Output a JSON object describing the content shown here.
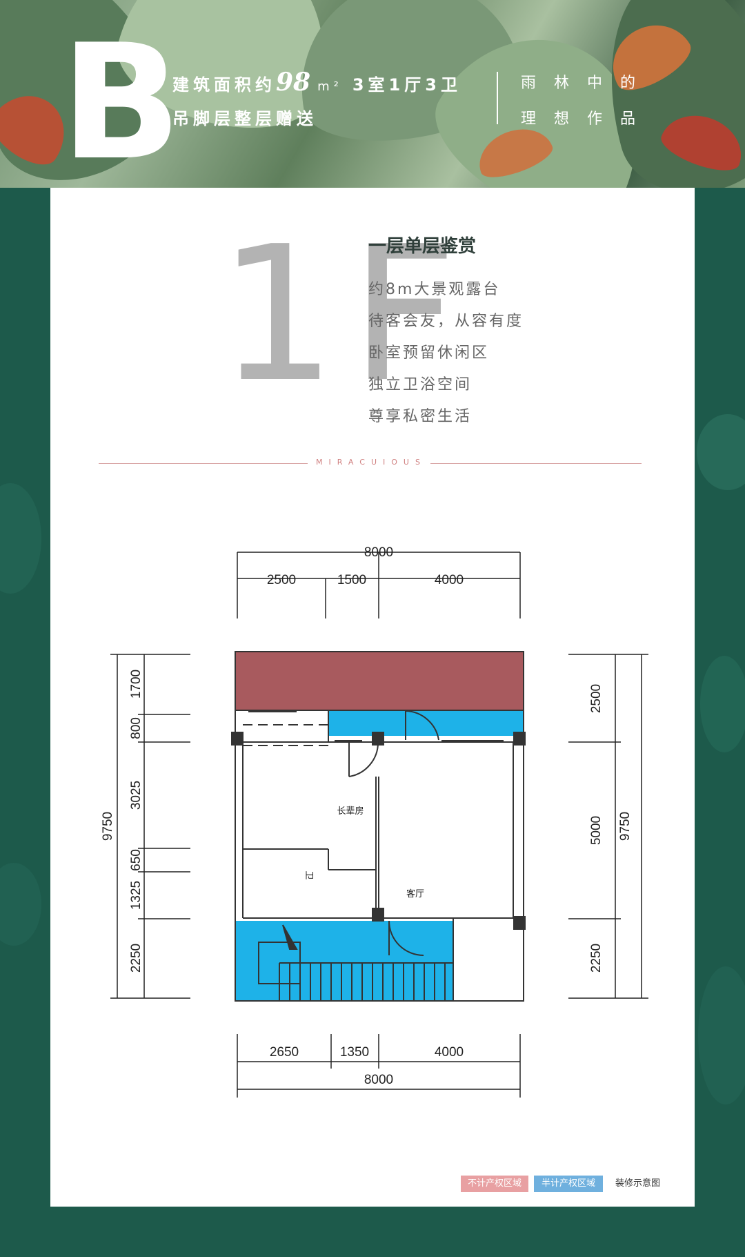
{
  "header": {
    "type_letter": "B",
    "area_prefix": "建筑面积约",
    "area_value": "98",
    "area_unit": "m²",
    "layout": "3室1厅3卫",
    "gift_note": "吊脚层整层赠送",
    "slogan_line1": "雨林中的",
    "slogan_line2": "理想作品"
  },
  "floor": {
    "label": "1F",
    "title": "一层单层鉴赏",
    "features": [
      "约8m大景观露台",
      "待客会友，从容有度",
      "卧室预留休闲区",
      "独立卫浴空间",
      "尊享私密生活"
    ]
  },
  "divider_label": "MIRACUIOUS",
  "floorplan": {
    "top_total": "8000",
    "top_segments": [
      "2500",
      "1500",
      "4000"
    ],
    "bottom_total": "8000",
    "bottom_segments": [
      "2650",
      "1350",
      "4000"
    ],
    "left_total": "9750",
    "left_segments": [
      "1700",
      "800",
      "3025",
      "650",
      "1325",
      "2250"
    ],
    "right_total": "9750",
    "right_segments": [
      "2500",
      "5000",
      "2250"
    ],
    "rooms": {
      "elder_room": "长辈房",
      "bathroom": "卫",
      "living_room": "客厅"
    },
    "colors": {
      "excluded_area": "#a85a5e",
      "half_area": "#1eb2e8"
    }
  },
  "legend": {
    "excluded": "不计产权区域",
    "half": "半计产权区域",
    "note": "装修示意图",
    "excluded_color": "#e8a0a2",
    "half_color": "#6fb0de"
  }
}
